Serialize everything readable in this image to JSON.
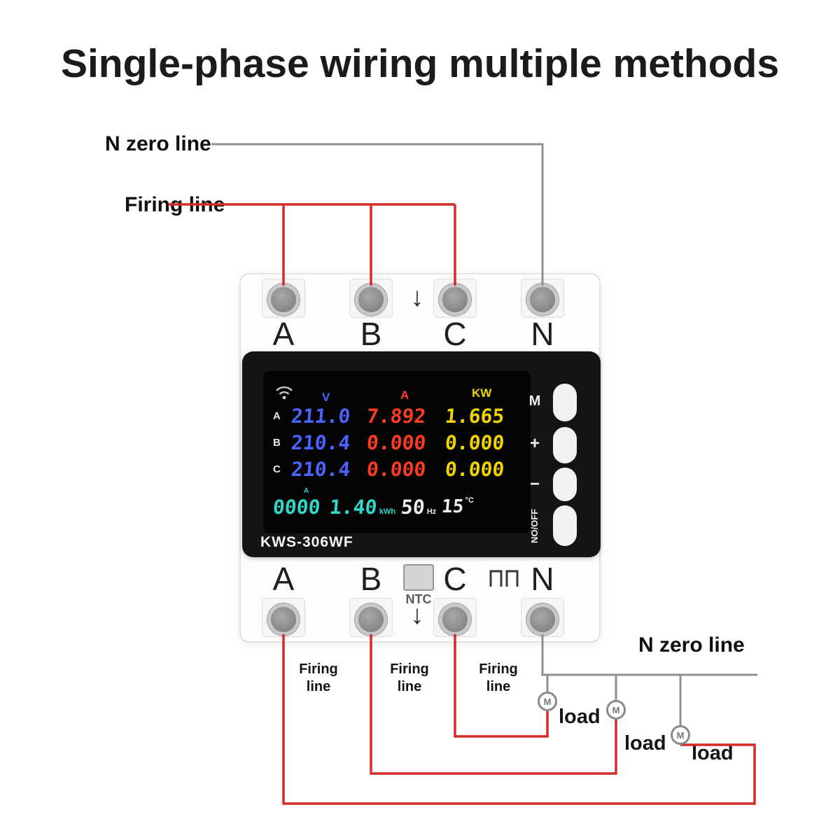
{
  "title": "Single-phase wiring multiple methods",
  "colors": {
    "wire_live": "#d42a2a",
    "wire_neutral": "#8f8f8f",
    "display_volt": "#4a63ff",
    "display_amp": "#ff3b21",
    "display_power": "#f0d400",
    "display_energy": "#2fd8c8"
  },
  "top_labels": {
    "n_zero_line": "N zero line",
    "firing_line": "Firing line"
  },
  "device": {
    "model": "KWS-306WF",
    "arrow": "↓",
    "ntc": "NTC",
    "top_terminals": [
      "A",
      "B",
      "C",
      "N"
    ],
    "bottom_terminals": [
      "A",
      "B",
      "C",
      "N"
    ],
    "buttons": {
      "menu": "M",
      "plus": "+",
      "minus": "−",
      "noff": "NO/OFF"
    },
    "display": {
      "col_headers": {
        "volt": "V",
        "amp": "A",
        "power": "KW"
      },
      "rows": [
        {
          "label": "A",
          "volt": "211.0",
          "amp": "7.892",
          "power": "1.665"
        },
        {
          "label": "B",
          "volt": "210.4",
          "amp": "0.000",
          "power": "0.000"
        },
        {
          "label": "C",
          "volt": "210.4",
          "amp": "0.000",
          "power": "0.000"
        }
      ],
      "bottom": {
        "marker": "A",
        "energy_count": "0000",
        "energy_value": "1.40",
        "energy_unit": "kWh",
        "frequency": "50",
        "frequency_unit": "Hz",
        "temperature": "15",
        "temperature_unit": "°C"
      }
    }
  },
  "bottom_labels": {
    "firing_line_1": "Firing\nline",
    "firing_line_2": "Firing\nline",
    "firing_line_3": "Firing\nline",
    "n_zero_line": "N zero line",
    "load_1": "load",
    "load_2": "load",
    "load_3": "load",
    "motor": "M"
  }
}
